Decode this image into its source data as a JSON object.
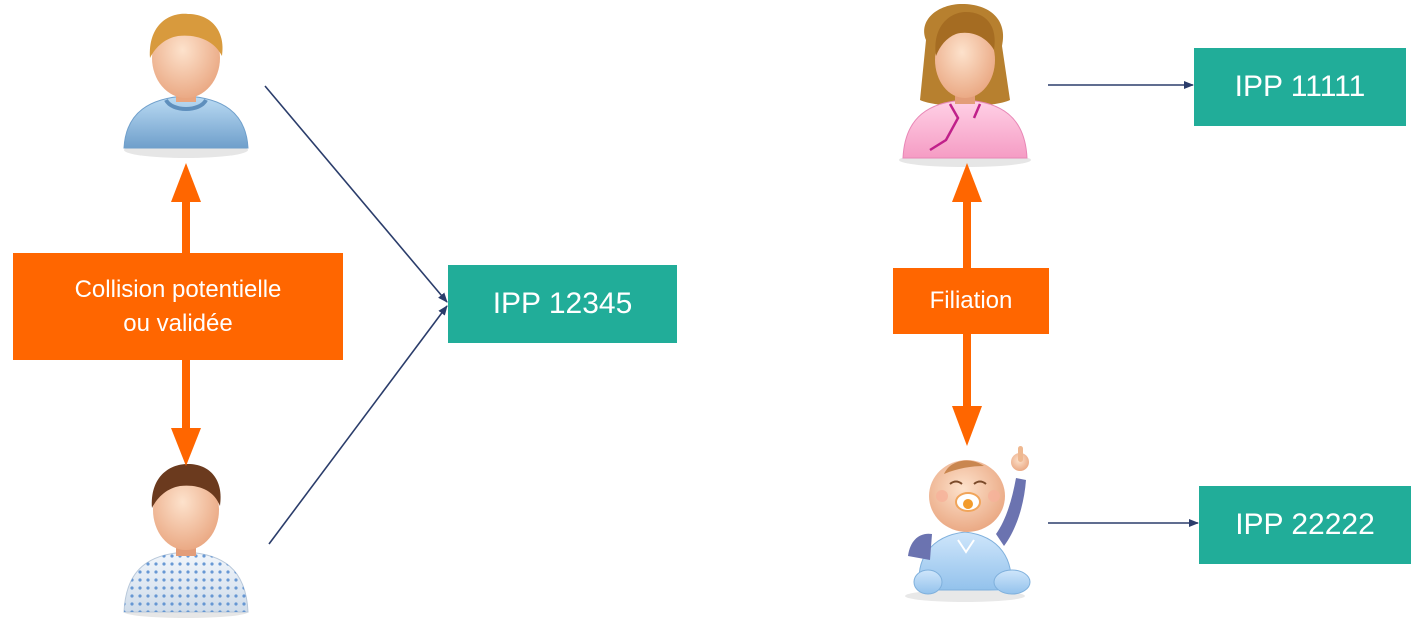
{
  "colors": {
    "relation": "#ff6600",
    "identifier": "#21ad99",
    "link": "#2b3d6b"
  },
  "left_group": {
    "relation_label_line1": "Collision potentielle",
    "relation_label_line2": "ou validée",
    "identifier": "IPP 12345",
    "icons": [
      "man-blue-shirt-icon",
      "man-hospital-gown-icon"
    ]
  },
  "right_group": {
    "relation_label": "Filiation",
    "mother_identifier": "IPP 11111",
    "baby_identifier": "IPP 22222",
    "icons": [
      "woman-pink-shirt-icon",
      "baby-icon"
    ]
  }
}
